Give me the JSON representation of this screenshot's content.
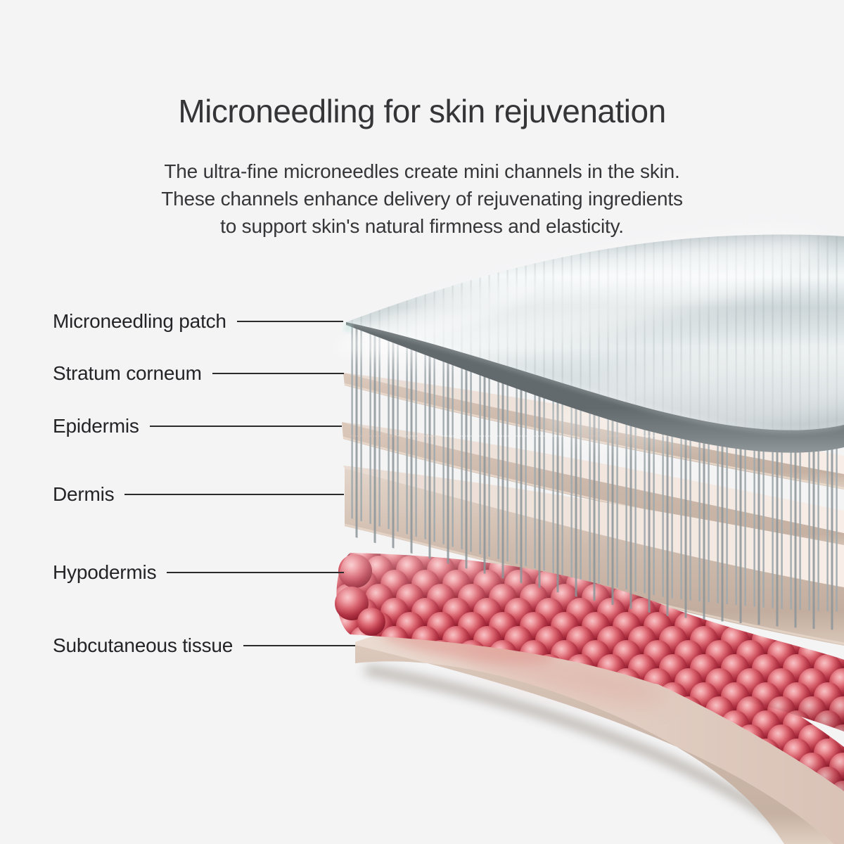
{
  "header": {
    "title": "Microneedling for skin rejuvenation",
    "subtitle": "The ultra-fine microneedles create mini channels in the skin.\nThese channels enhance delivery of rejuvenating ingredients\nto support skin's natural firmness and elasticity."
  },
  "diagram": {
    "labels": [
      {
        "text": "Microneedling patch"
      },
      {
        "text": "Stratum corneum"
      },
      {
        "text": "Epidermis"
      },
      {
        "text": "Dermis"
      },
      {
        "text": "Hypodermis"
      },
      {
        "text": "Subcutaneous tissue"
      }
    ],
    "colors": {
      "background": "#f4f4f5",
      "title_text": "#353538",
      "label_text": "#242427",
      "leader_line": "#2b2b2c",
      "patch_glass": "#dde5e7",
      "patch_edge": "#6f777a",
      "needle": "#9fa9ad",
      "skin_layer_top": "#efe2d9",
      "skin_layer_front": "#cdb9ac",
      "fat_cell_highlight": "#f6c3c6",
      "fat_cell_red": "#c24054",
      "fat_cell_dark": "#7e1e2a"
    }
  }
}
